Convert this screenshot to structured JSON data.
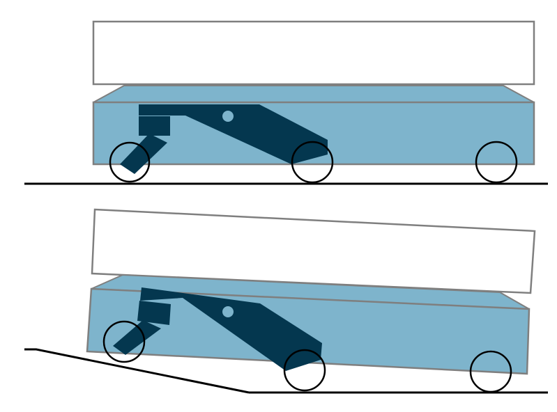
{
  "diagram": {
    "type": "two-panel mechanical schematic",
    "panels": [
      {
        "name": "level-ground",
        "description_visible": false,
        "components": [
          "top-slab",
          "hull",
          "linkage-arm",
          "front-wheel",
          "middle-wheel",
          "rear-wheel",
          "ground-line"
        ]
      },
      {
        "name": "ramp-transition",
        "description_visible": false,
        "components": [
          "top-slab",
          "hull",
          "linkage-arm",
          "front-wheel",
          "middle-wheel",
          "rear-wheel",
          "ramp-line",
          "ground-line"
        ]
      }
    ],
    "colors": {
      "background": "#ffffff",
      "slab_fill": "#ffffff",
      "outline": "#7f7f7f",
      "hull_fill": "#7eb4cc",
      "hull_top_fill": "#7eb4cc",
      "linkage_fill": "#04374f",
      "pivot_fill": "#7eb4cc",
      "wheel_stroke": "#000000",
      "ground": "#000000"
    }
  }
}
